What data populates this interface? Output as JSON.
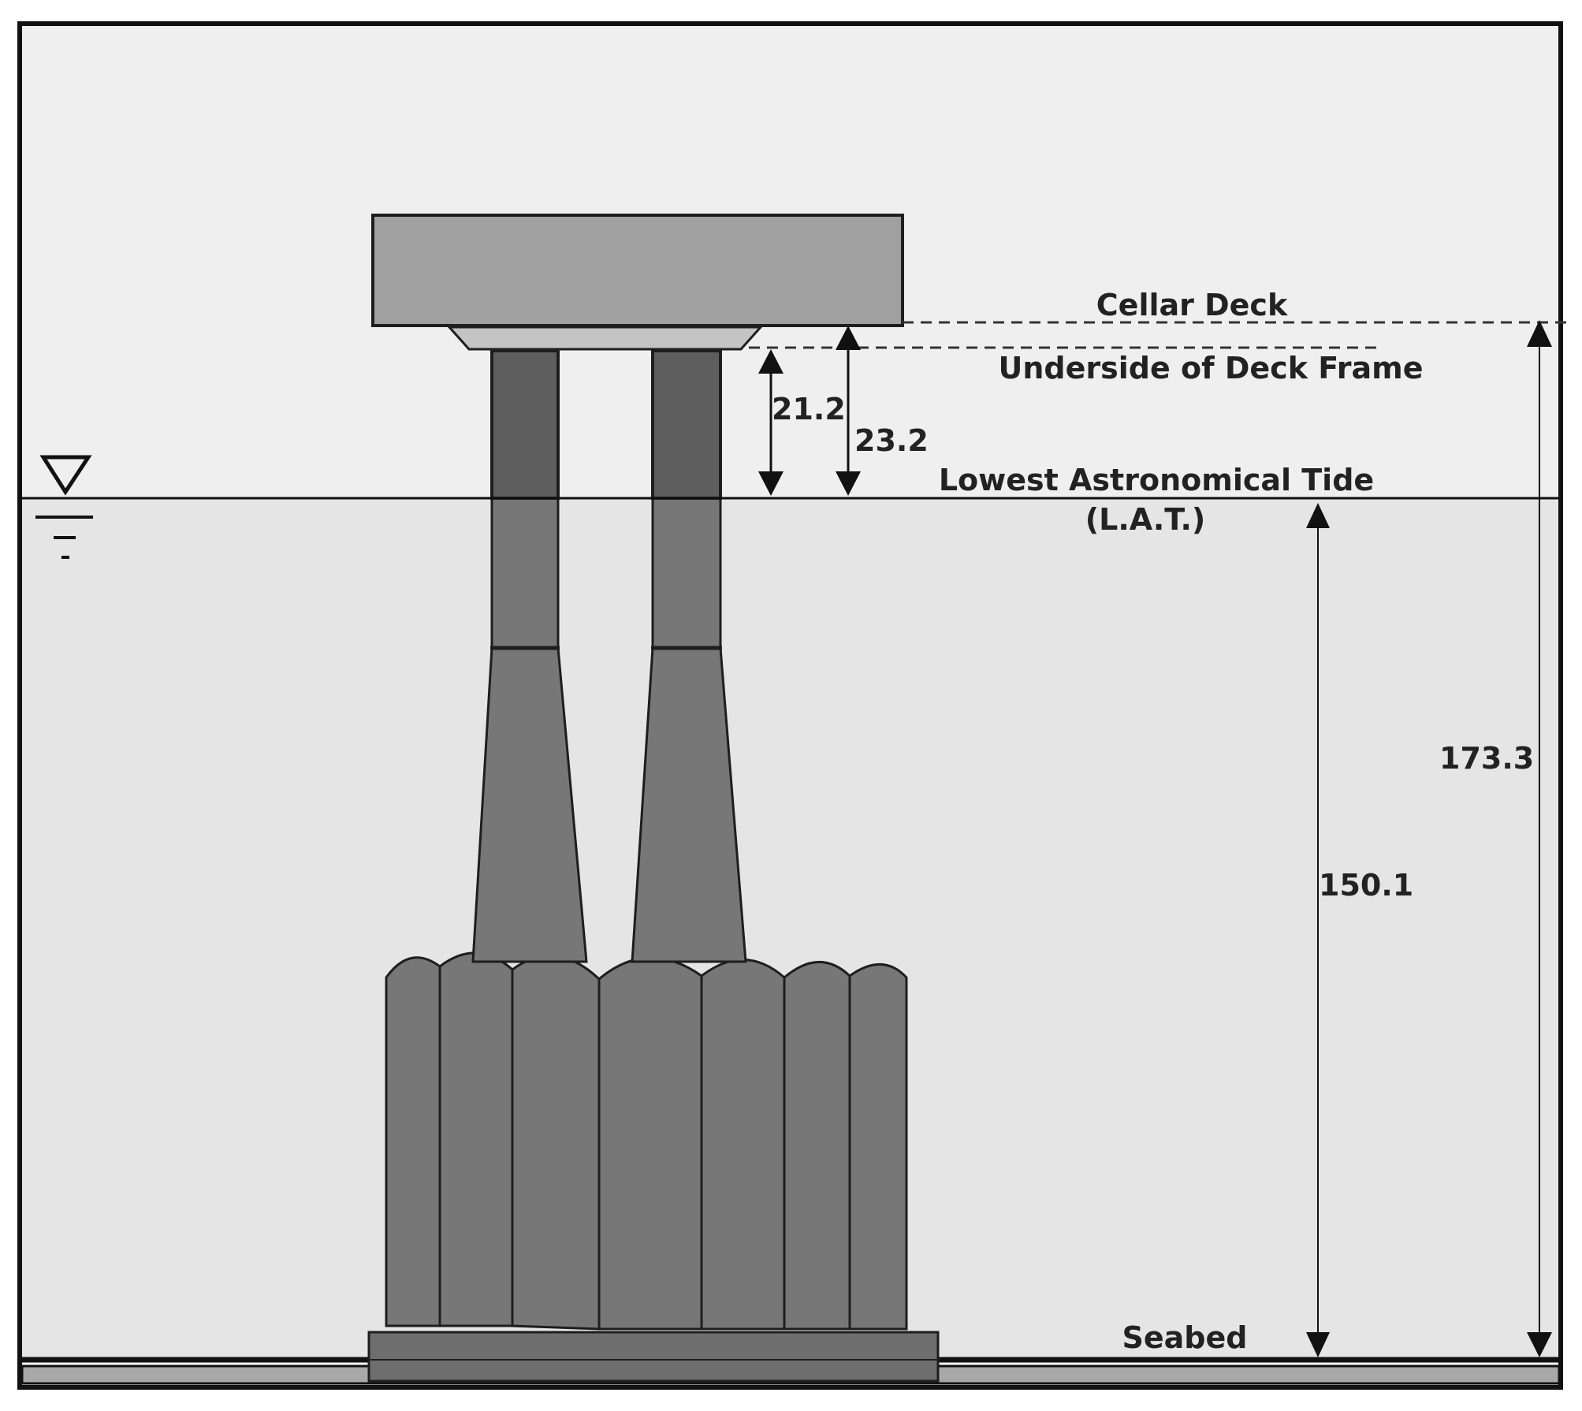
{
  "labels": {
    "cellar_deck": "Cellar Deck",
    "underside_deck_frame": "Underside of Deck Frame",
    "lat_line1": "Lowest Astronomical Tide",
    "lat_line2": "(L.A.T.)",
    "seabed": "Seabed"
  },
  "dimensions": {
    "underside_to_lat": "21.2",
    "cellar_to_lat": "23.2",
    "lat_to_seabed": "150.1",
    "cellar_to_seabed": "173.3"
  },
  "colors": {
    "sky": "#efefef",
    "water": "#e5e5e5",
    "deck": "#a0a0a0",
    "deck_frame": "#c4c4c4",
    "column_above_water": "#5e5e5e",
    "submerged_structure": "#777777",
    "base_slab": "#6e6e6e",
    "seabed": "#a8a8a8",
    "outline": "#1e1e1e"
  },
  "icons": {
    "water_level": "water-level-triangle-icon"
  }
}
